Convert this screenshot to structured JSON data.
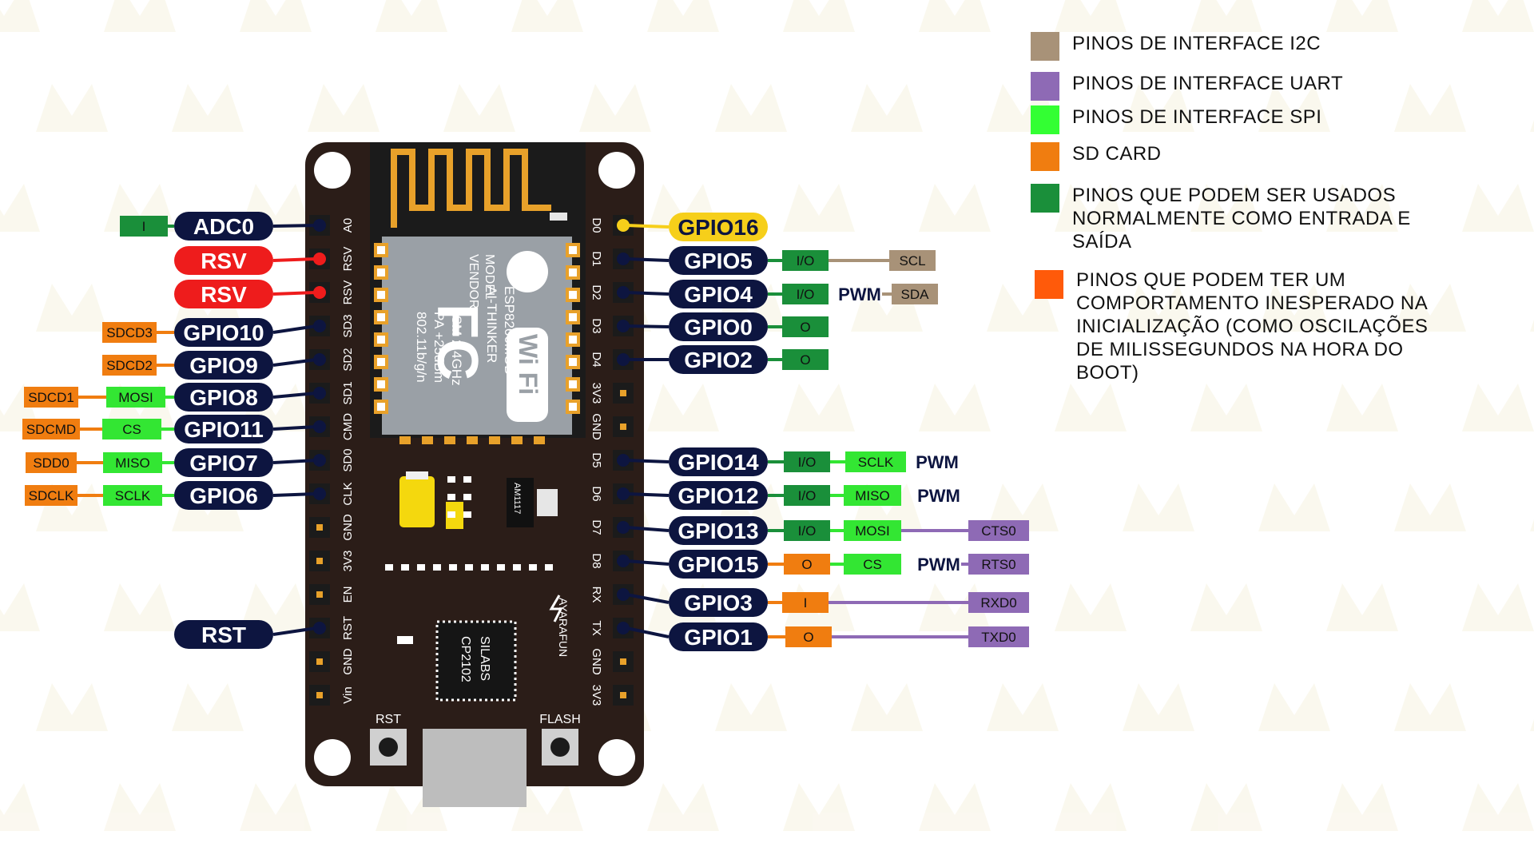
{
  "colors": {
    "navy": "#0d1540",
    "red": "#ee1c1c",
    "yellow": "#f6cf1a",
    "orange": "#f07d10",
    "bright_green": "#33e633",
    "dark_green": "#1a8f3a",
    "purple": "#8e6ab5",
    "tan": "#a89278",
    "board": "#2b1d18",
    "unexpected": "#ff5a0a"
  },
  "board": {
    "left_pin_labels": [
      "A0",
      "RSV",
      "RSV",
      "SD3",
      "SD2",
      "SD1",
      "CMD",
      "SD0",
      "CLK",
      "GND",
      "3V3",
      "EN",
      "RST",
      "GND",
      "Vin"
    ],
    "right_pin_labels": [
      "D0",
      "D1",
      "D2",
      "D3",
      "D4",
      "3V3",
      "GND",
      "D5",
      "D6",
      "D7",
      "D8",
      "RX",
      "TX",
      "GND",
      "3V3"
    ],
    "module_text": [
      "MODEL",
      "VENDOR",
      "ESP8266MOD",
      "AI-THINKER",
      "ISM 2.4GHz",
      "PA +25dBm",
      "802.11b/g/n"
    ],
    "fcc": "FC",
    "wifi": "Wi Fi",
    "regulator": "AM1117",
    "usb_chip": [
      "SILABS",
      "CP2102"
    ],
    "brand": "AYARAFUN",
    "rst_button": "RST",
    "flash_button": "FLASH"
  },
  "left_pins": [
    {
      "name": "ADC0",
      "color": "navy",
      "tags": [
        {
          "text": "I",
          "color": "dark_green"
        }
      ]
    },
    {
      "name": "RSV",
      "color": "red",
      "tags": []
    },
    {
      "name": "RSV",
      "color": "red",
      "tags": []
    },
    {
      "name": "GPIO10",
      "color": "navy",
      "tags": [
        {
          "text": "SDCD3",
          "color": "orange"
        }
      ]
    },
    {
      "name": "GPIO9",
      "color": "navy",
      "tags": [
        {
          "text": "SDCD2",
          "color": "orange"
        }
      ]
    },
    {
      "name": "GPIO8",
      "color": "navy",
      "tags": [
        {
          "text": "MOSI",
          "color": "bright_green"
        },
        {
          "text": "SDCD1",
          "color": "orange"
        }
      ]
    },
    {
      "name": "GPIO11",
      "color": "navy",
      "tags": [
        {
          "text": "CS",
          "color": "bright_green"
        },
        {
          "text": "SDCMD",
          "color": "orange"
        }
      ]
    },
    {
      "name": "GPIO7",
      "color": "navy",
      "tags": [
        {
          "text": "MISO",
          "color": "bright_green"
        },
        {
          "text": "SDD0",
          "color": "orange"
        }
      ]
    },
    {
      "name": "GPIO6",
      "color": "navy",
      "tags": [
        {
          "text": "SCLK",
          "color": "bright_green"
        },
        {
          "text": "SDCLK",
          "color": "orange"
        }
      ]
    },
    {
      "name": "RST",
      "color": "navy",
      "tags": []
    }
  ],
  "right_pins": [
    {
      "name": "GPIO16",
      "color": "yellow",
      "tags": []
    },
    {
      "name": "GPIO5",
      "color": "navy",
      "tags": [
        {
          "text": "I/O",
          "color": "dark_green"
        },
        {
          "text": "SCL",
          "color": "tan"
        }
      ]
    },
    {
      "name": "GPIO4",
      "color": "navy",
      "tags": [
        {
          "text": "I/O",
          "color": "dark_green"
        },
        {
          "text": "PWM",
          "color": "none"
        },
        {
          "text": "SDA",
          "color": "tan"
        }
      ]
    },
    {
      "name": "GPIO0",
      "color": "navy",
      "tags": [
        {
          "text": "O",
          "color": "dark_green"
        }
      ]
    },
    {
      "name": "GPIO2",
      "color": "navy",
      "tags": [
        {
          "text": "O",
          "color": "dark_green"
        }
      ]
    },
    {
      "name": "GPIO14",
      "color": "navy",
      "tags": [
        {
          "text": "I/O",
          "color": "dark_green"
        },
        {
          "text": "SCLK",
          "color": "bright_green"
        },
        {
          "text": "PWM",
          "color": "none"
        }
      ]
    },
    {
      "name": "GPIO12",
      "color": "navy",
      "tags": [
        {
          "text": "I/O",
          "color": "dark_green"
        },
        {
          "text": "MISO",
          "color": "bright_green"
        },
        {
          "text": "PWM",
          "color": "none"
        }
      ]
    },
    {
      "name": "GPIO13",
      "color": "navy",
      "tags": [
        {
          "text": "I/O",
          "color": "dark_green"
        },
        {
          "text": "MOSI",
          "color": "bright_green"
        },
        {
          "text": "CTS0",
          "color": "purple"
        }
      ]
    },
    {
      "name": "GPIO15",
      "color": "navy",
      "tags": [
        {
          "text": "O",
          "color": "orange"
        },
        {
          "text": "CS",
          "color": "bright_green"
        },
        {
          "text": "PWM",
          "color": "none"
        },
        {
          "text": "RTS0",
          "color": "purple"
        }
      ]
    },
    {
      "name": "GPIO3",
      "color": "navy",
      "tags": [
        {
          "text": "I",
          "color": "orange"
        },
        {
          "text": "RXD0",
          "color": "purple"
        }
      ]
    },
    {
      "name": "GPIO1",
      "color": "navy",
      "tags": [
        {
          "text": "O",
          "color": "orange"
        },
        {
          "text": "TXD0",
          "color": "purple"
        }
      ]
    }
  ],
  "legend": [
    {
      "color": "#a89278",
      "text": "PINOS DE INTERFACE I2C"
    },
    {
      "color": "#8e6ab5",
      "text": "PINOS DE INTERFACE UART"
    },
    {
      "color": "#33ff33",
      "text": "PINOS DE INTERFACE SPI"
    },
    {
      "color": "#f07d10",
      "text": "SD CARD"
    },
    {
      "color": "#1a8f3a",
      "text": "PINOS QUE PODEM SER USADOS NORMALMENTE COMO ENTRADA E SAÍDA"
    },
    {
      "color": "#ff5a0a",
      "text": "PINOS QUE PODEM TER UM COMPORTAMENTO INESPERADO NA INICIALIZAÇÃO (COMO OSCILAÇÕES DE MILISSEGUNDOS NA HORA DO BOOT)"
    }
  ]
}
